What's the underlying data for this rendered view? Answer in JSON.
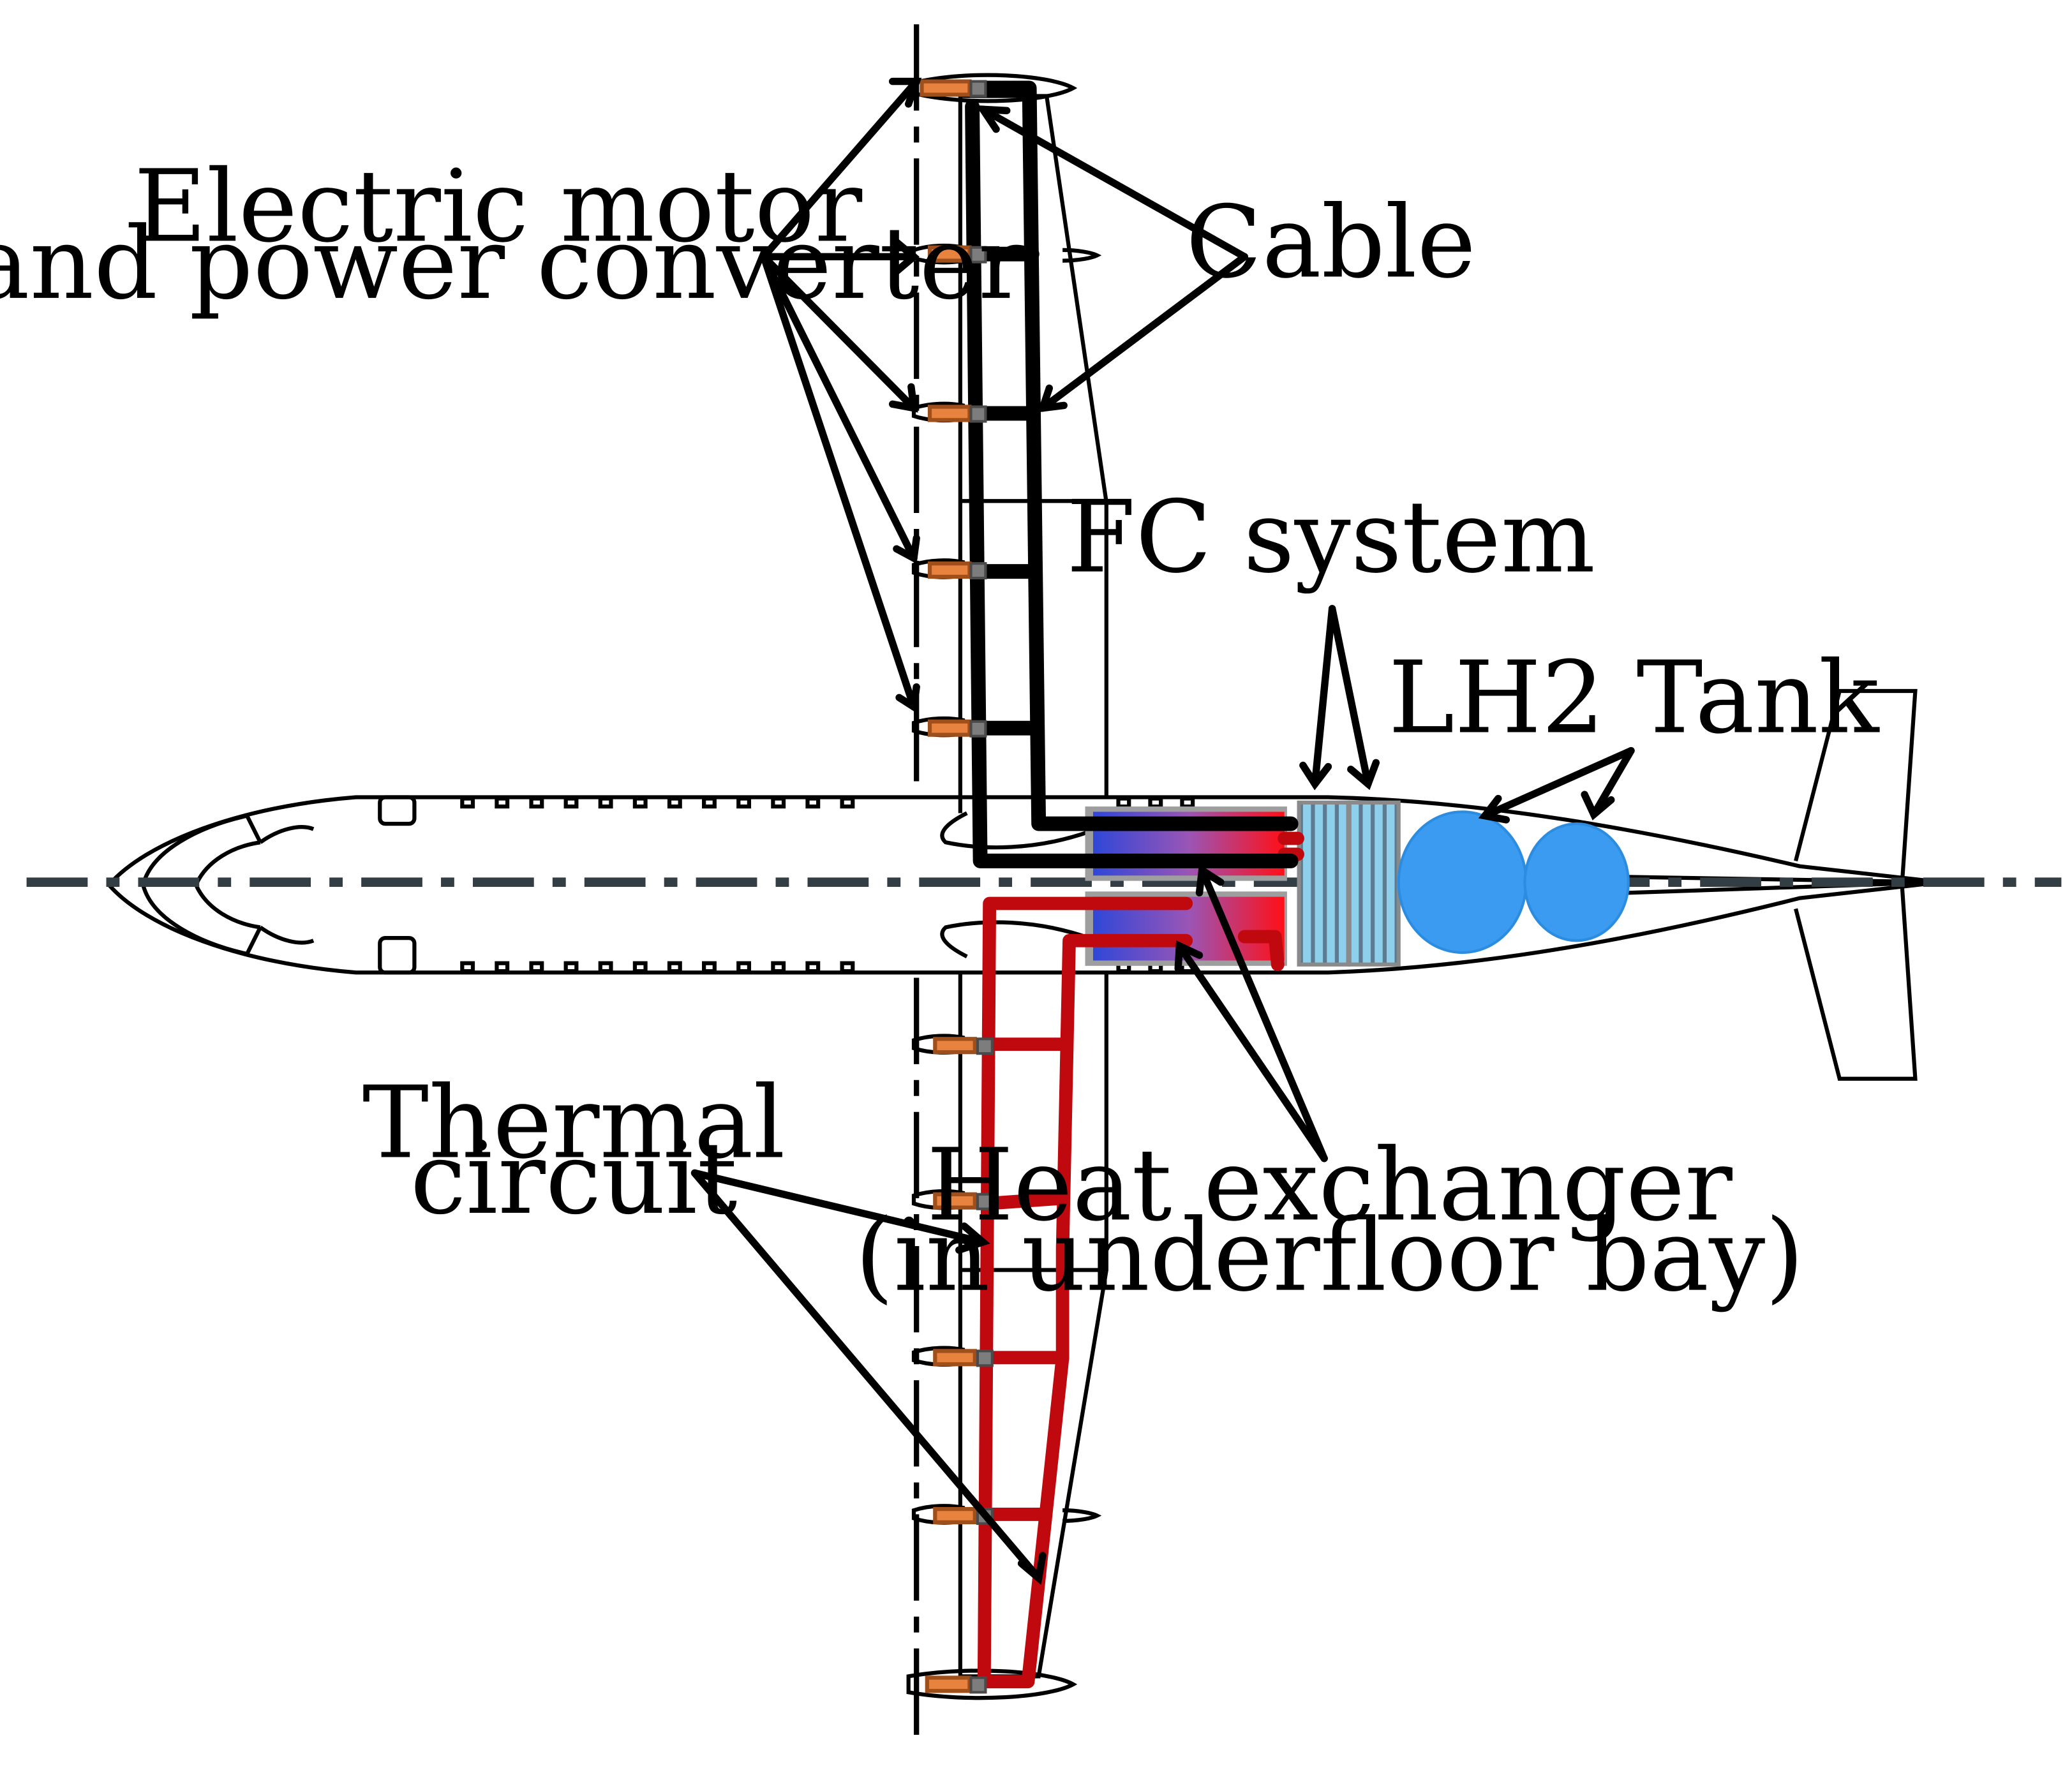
{
  "labels": {
    "motor_line1": "Electric motor",
    "motor_line2": "and power converter",
    "cable": "Cable",
    "fc_system": "FC system",
    "lh2_tank": "LH2 Tank",
    "thermal_line1": "Thermal",
    "thermal_line2": "circuit",
    "hex_line1": "Heat exchanger",
    "hex_line2": "(in underfloor bay)"
  },
  "colors": {
    "cable": "#000000",
    "thermal_circuit": "#c0090f",
    "motor": "#e8823f",
    "power_converter": "#7d7d7d",
    "fc_stack": "#8ed0ec",
    "lh2_tank": "#3a9bf0",
    "heat_exchanger_cold": "#2f47d8",
    "heat_exchanger_hot": "#ff0f17",
    "centerline": "#333d44"
  },
  "icons": {
    "motor": "motor-icon",
    "power_converter": "power-converter-icon",
    "propeller": "propeller-icon",
    "tank": "lh2-tank-icon",
    "fuel_cell": "fuel-cell-stack-icon",
    "heat_exchanger": "heat-exchanger-icon"
  }
}
